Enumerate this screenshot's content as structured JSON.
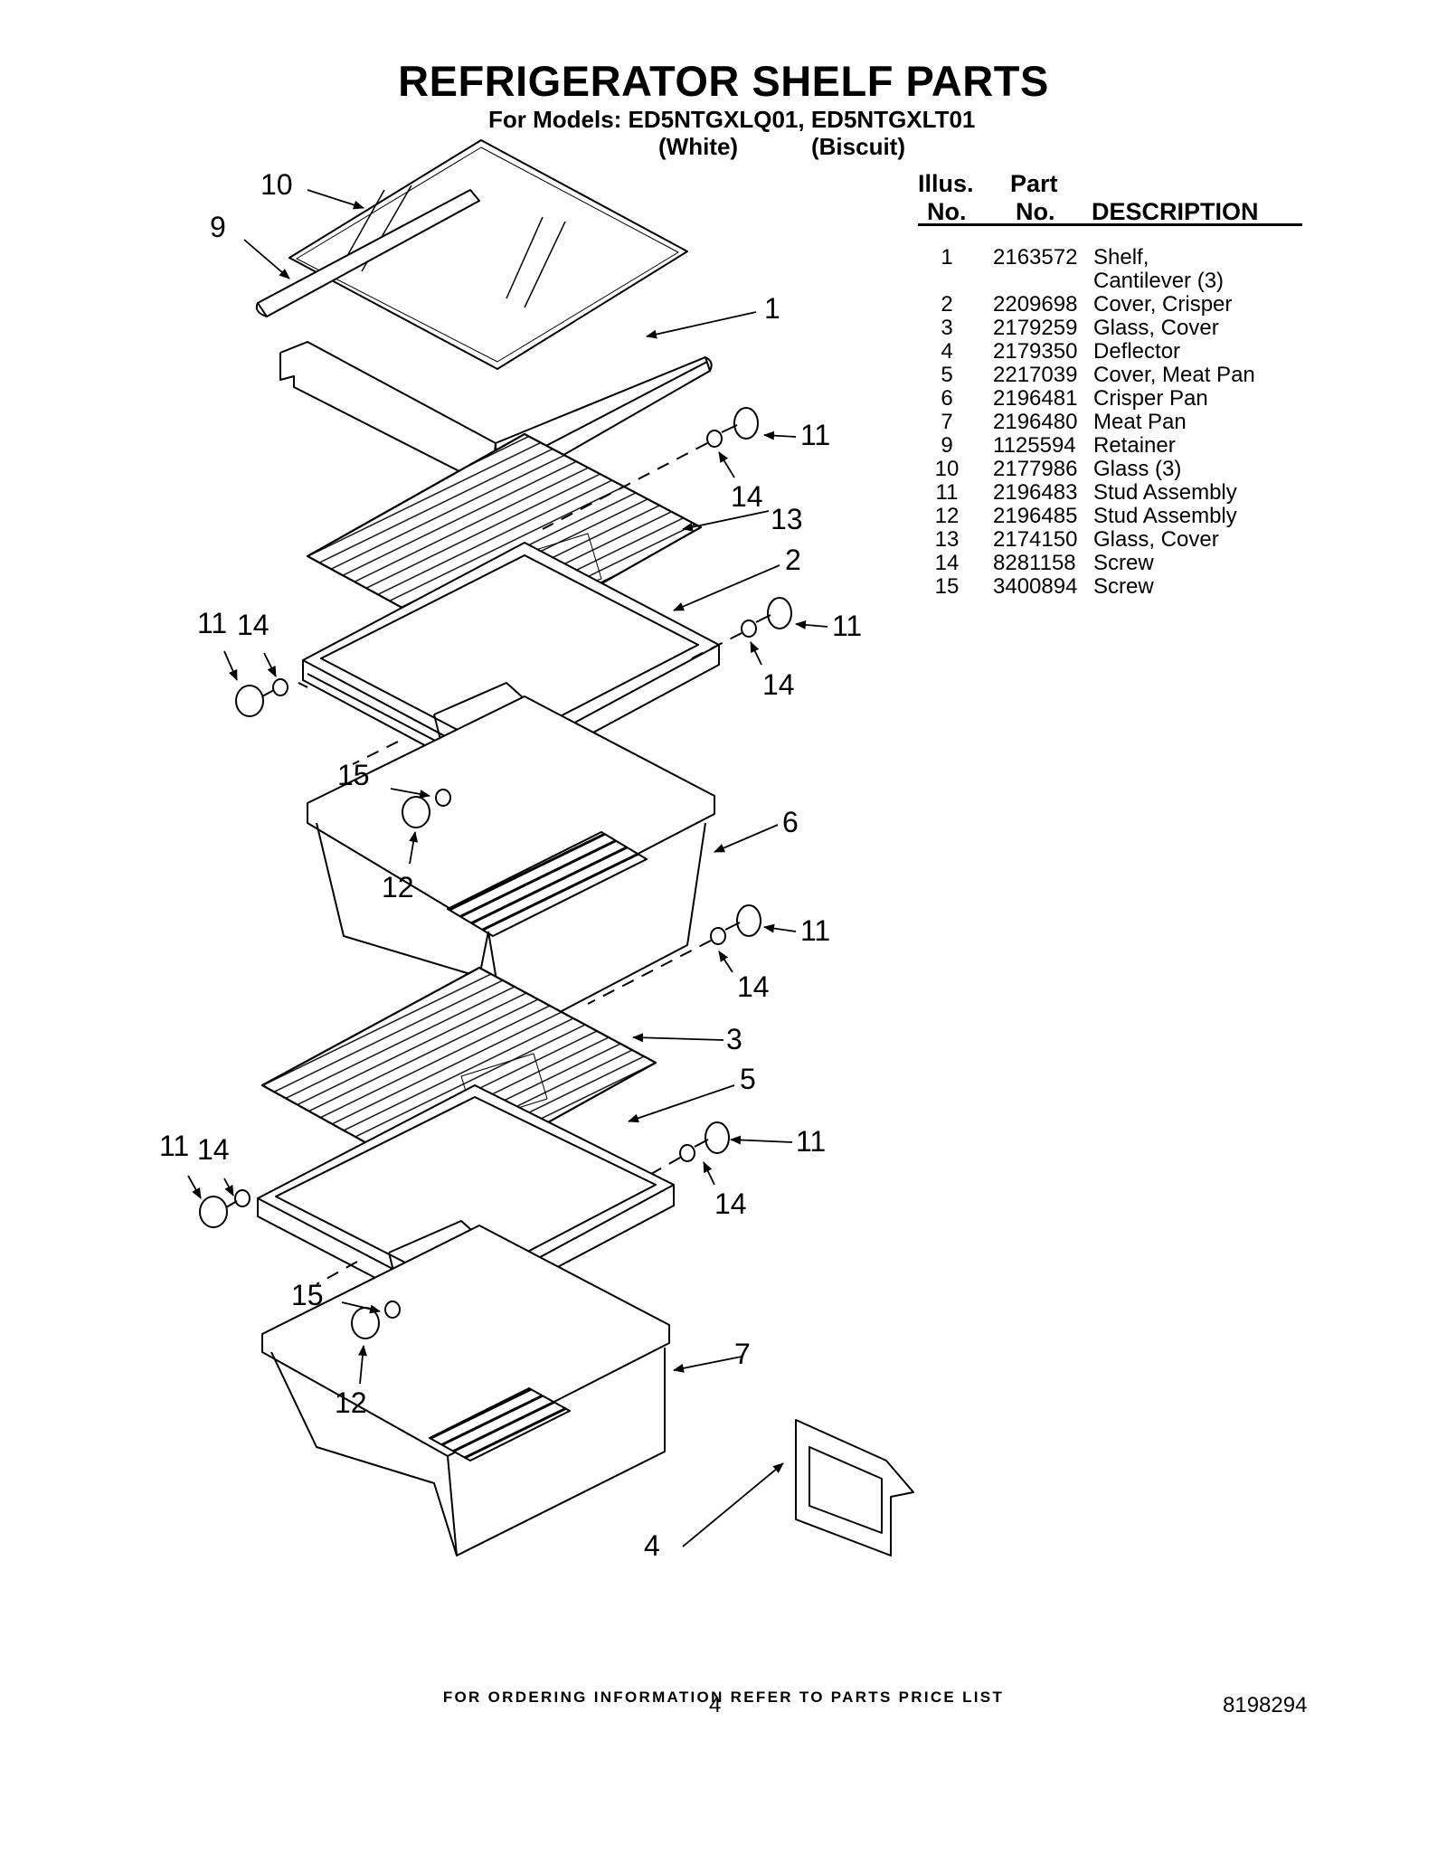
{
  "header": {
    "title": "REFRIGERATOR SHELF PARTS",
    "models_line": "For Models: ED5NTGXLQ01, ED5NTGXLT01",
    "finish_white": "(White)",
    "finish_biscuit": "(Biscuit)"
  },
  "table": {
    "col_illus_1": "Illus.",
    "col_illus_2": "No.",
    "col_part_1": "Part",
    "col_part_2": "No.",
    "col_desc": "DESCRIPTION",
    "rows": [
      {
        "illus": "1",
        "part": "2163572",
        "desc": "Shelf,",
        "desc2": "Cantilever (3)"
      },
      {
        "illus": "2",
        "part": "2209698",
        "desc": "Cover, Crisper"
      },
      {
        "illus": "3",
        "part": "2179259",
        "desc": "Glass, Cover"
      },
      {
        "illus": "4",
        "part": "2179350",
        "desc": "Deflector"
      },
      {
        "illus": "5",
        "part": "2217039",
        "desc": "Cover, Meat Pan"
      },
      {
        "illus": "6",
        "part": "2196481",
        "desc": "Crisper Pan"
      },
      {
        "illus": "7",
        "part": "2196480",
        "desc": "Meat Pan"
      },
      {
        "illus": "9",
        "part": "1125594",
        "desc": "Retainer"
      },
      {
        "illus": "10",
        "part": "2177986",
        "desc": "Glass (3)"
      },
      {
        "illus": "11",
        "part": "2196483",
        "desc": "Stud Assembly"
      },
      {
        "illus": "12",
        "part": "2196485",
        "desc": "Stud Assembly"
      },
      {
        "illus": "13",
        "part": "2174150",
        "desc": "Glass, Cover"
      },
      {
        "illus": "14",
        "part": "8281158",
        "desc": "Screw"
      },
      {
        "illus": "15",
        "part": "3400894",
        "desc": "Screw"
      }
    ]
  },
  "callouts": {
    "c10": "10",
    "c9": "9",
    "c1": "1",
    "c11": "11",
    "c14": "14",
    "c13": "13",
    "c2": "2",
    "c15": "15",
    "c12": "12",
    "c6": "6",
    "c3": "3",
    "c5": "5",
    "c7": "7",
    "c4": "4"
  },
  "footer": {
    "ordering": "FOR ORDERING INFORMATION REFER TO PARTS PRICE LIST",
    "page_number": "4",
    "doc_number": "8198294"
  }
}
